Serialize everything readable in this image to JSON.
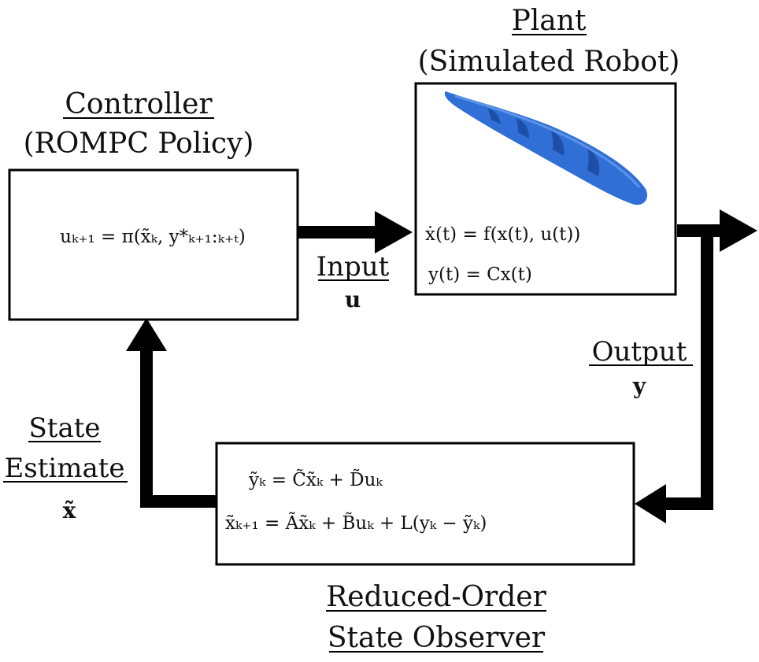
{
  "controller": {
    "title": "Controller",
    "subtitle": "(ROMPC Policy)",
    "equation": "uₖ₊₁ = π(x̃ₖ, y*ₖ₊₁:ₖ₊ₜ)"
  },
  "plant": {
    "title": "Plant",
    "subtitle": "(Simulated Robot)",
    "equation1": "ẋ(t) = f(x(t), u(t))",
    "equation2": "y(t) = Cx(t)"
  },
  "observer": {
    "title_line1": "Reduced-Order",
    "title_line2": "State Observer",
    "equation1": "ỹₖ = C̃x̃ₖ + D̃uₖ",
    "equation2": "x̃ₖ₊₁ = Ãx̃ₖ + B̃uₖ + L(yₖ − ỹₖ)"
  },
  "labels": {
    "input": "Input",
    "input_symbol": "u",
    "output": "Output",
    "output_symbol": "y",
    "state_line1": "State",
    "state_line2": "Estimate",
    "state_symbol": "x̃"
  },
  "colors": {
    "robot_body": "#2f6fd6",
    "robot_band": "#1e4fa8",
    "robot_light": "#6fa3ec"
  }
}
